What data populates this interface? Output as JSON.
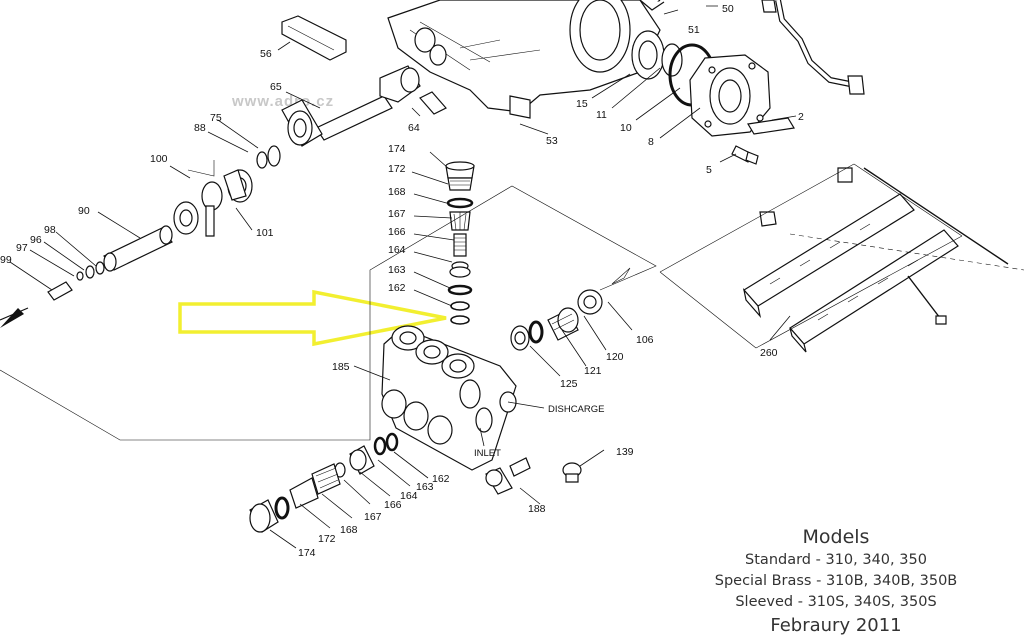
{
  "watermark": "www.adro.cz",
  "captions": {
    "discharge": "DISHCARGE",
    "inlet": "INLET"
  },
  "models": {
    "title": "Models",
    "lines": [
      "Standard - 310, 340, 350",
      "Special Brass - 310B, 340B, 350B",
      "Sleeved - 310S, 340S, 350S"
    ],
    "date": "Febraury 2011"
  },
  "callouts": [
    "50",
    "51",
    "56",
    "65",
    "64",
    "53",
    "15",
    "11",
    "10",
    "8",
    "2",
    "5",
    "75",
    "88",
    "100",
    "101",
    "90",
    "98",
    "96",
    "97",
    "99",
    "174",
    "172",
    "168",
    "167",
    "166",
    "164",
    "163",
    "162",
    "185",
    "106",
    "120",
    "121",
    "125",
    "139",
    "188",
    "260"
  ],
  "highlight": {
    "color": "#f2ef30",
    "target": "162"
  }
}
